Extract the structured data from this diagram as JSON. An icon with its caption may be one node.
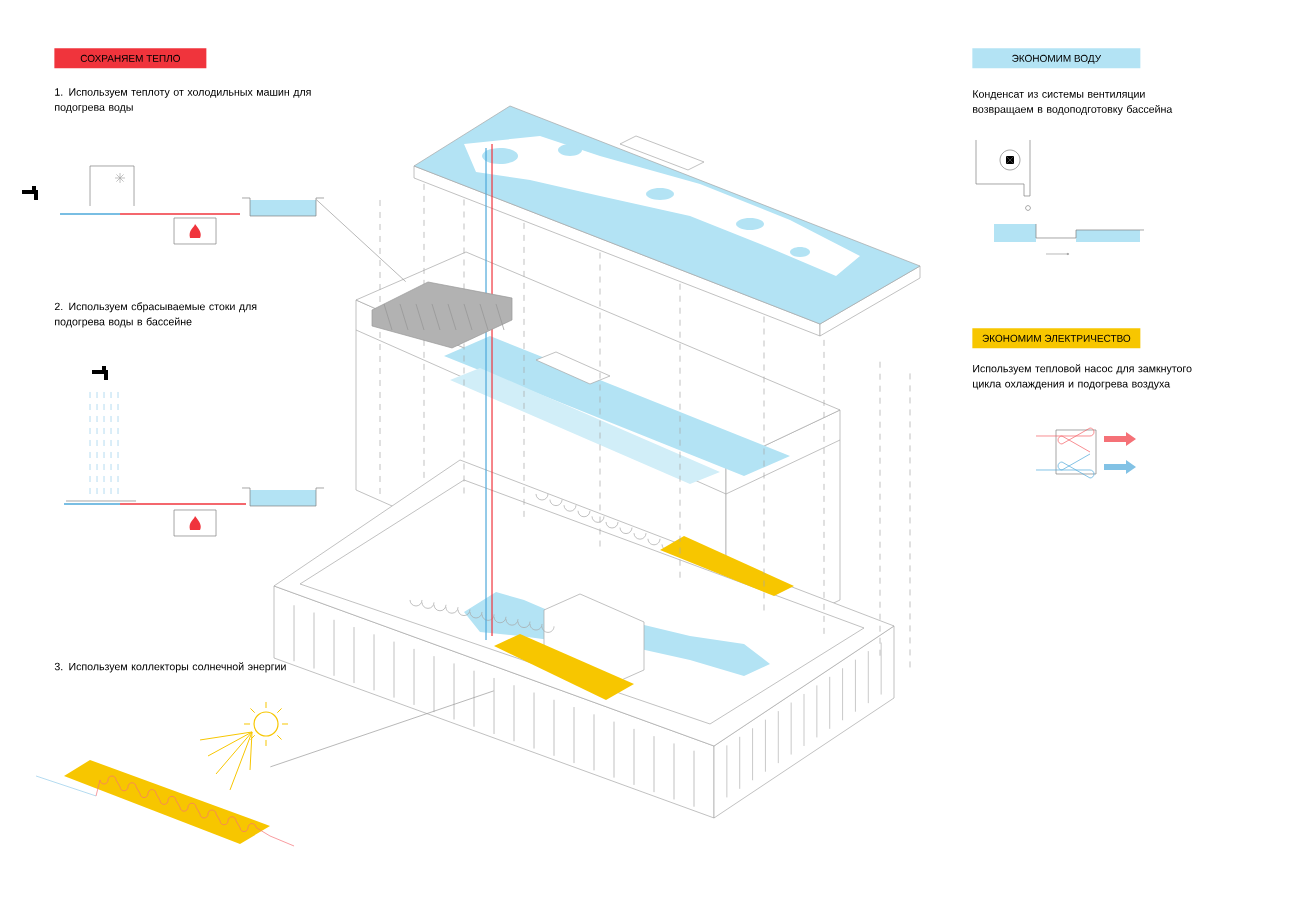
{
  "diagram": {
    "nodes": [
      {
        "text": [
          "СОХРАНЯЕМ ТЕПЛО"
        ]
      },
      {
        "text": [],
        "shape": "box"
      },
      {
        "text": [],
        "shape": "picture"
      },
      {
        "text": [],
        "shape": "picture"
      },
      {
        "text": [],
        "shape": "box"
      },
      {
        "text": [
          "ЭКОНОМИМ ВОДУ"
        ]
      },
      {
        "text": [
          "ЭКОНОМИМ ЭЛЕКТРИЧЕСТВО"
        ]
      }
    ],
    "edges": [
      {
        "from": 1,
        "to": 2,
        "arrow": "none"
      },
      {
        "from": 3,
        "to": 4,
        "arrow": "none"
      }
    ],
    "labels": [
      "1. Используем теплоту от холодильных машин для подогрева воды",
      "2. Используем сбрасываемые стоки для подогрева воды в бассейне",
      "3. Используем коллекторы солнечной энергии",
      "Конденсат из системы вентиляции возвращаем в водоподготовку бассейна",
      "Используем тепловой насос для замкнутого цикла охлаждения и подогрева воздуха"
    ]
  }
}
